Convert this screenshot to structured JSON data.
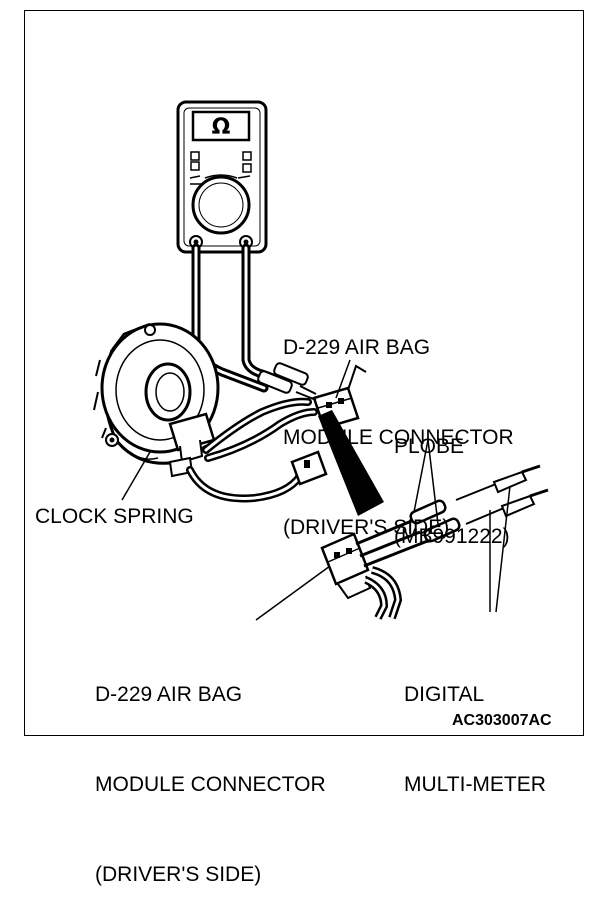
{
  "labels": {
    "top_connector": [
      "D-229 AIR BAG",
      "MODULE CONNECTOR",
      "(DRIVER'S SIDE)"
    ],
    "probe": [
      "PLOBE",
      "(MB991222)"
    ],
    "clock_spring": "CLOCK SPRING",
    "bottom_connector": [
      "D-229 AIR BAG",
      "MODULE CONNECTOR",
      "(DRIVER'S SIDE)"
    ],
    "multimeter": [
      "DIGITAL",
      "MULTI-METER"
    ]
  },
  "meter": {
    "display_symbol": "Ω"
  },
  "figure_code": "AC303007AC"
}
